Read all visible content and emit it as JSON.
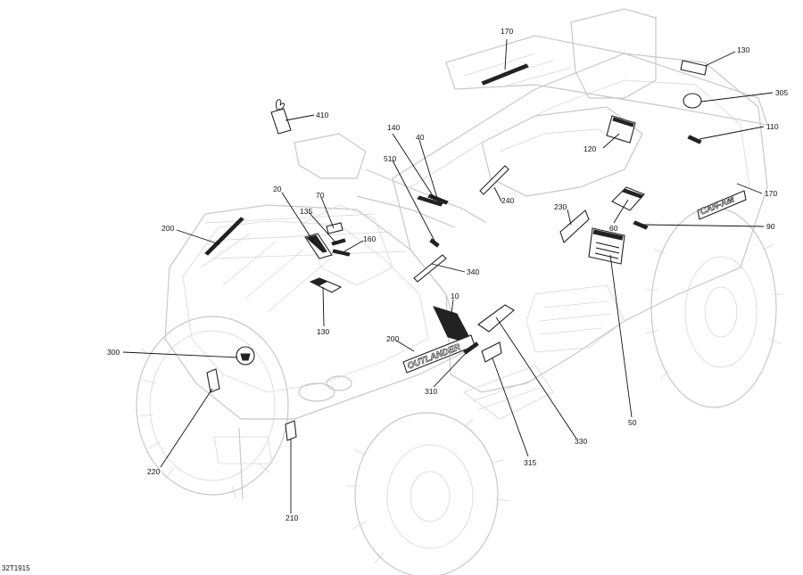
{
  "drawing": {
    "code": "32T1915",
    "decal_text": {
      "model_name": "OUTLANDER",
      "brand_name": "CAN-AM"
    },
    "callouts": [
      {
        "id": "c170a",
        "label": "170"
      },
      {
        "id": "c130a",
        "label": "130"
      },
      {
        "id": "c305",
        "label": "305"
      },
      {
        "id": "c410",
        "label": "410"
      },
      {
        "id": "c110",
        "label": "110"
      },
      {
        "id": "c140",
        "label": "140"
      },
      {
        "id": "c40",
        "label": "40"
      },
      {
        "id": "c120",
        "label": "120"
      },
      {
        "id": "c510",
        "label": "510"
      },
      {
        "id": "c170b",
        "label": "170"
      },
      {
        "id": "c20",
        "label": "20"
      },
      {
        "id": "c70",
        "label": "70"
      },
      {
        "id": "c240",
        "label": "240"
      },
      {
        "id": "c135",
        "label": "135"
      },
      {
        "id": "c230",
        "label": "230"
      },
      {
        "id": "c60",
        "label": "60"
      },
      {
        "id": "c200a",
        "label": "200"
      },
      {
        "id": "c160",
        "label": "160"
      },
      {
        "id": "c90",
        "label": "90"
      },
      {
        "id": "c340",
        "label": "340"
      },
      {
        "id": "c10",
        "label": "10"
      },
      {
        "id": "c130b",
        "label": "130"
      },
      {
        "id": "c300",
        "label": "300"
      },
      {
        "id": "c200b",
        "label": "200"
      },
      {
        "id": "c310",
        "label": "310"
      },
      {
        "id": "c330",
        "label": "330"
      },
      {
        "id": "c50",
        "label": "50"
      },
      {
        "id": "c220",
        "label": "220"
      },
      {
        "id": "c315",
        "label": "315"
      },
      {
        "id": "c210",
        "label": "210"
      }
    ]
  }
}
